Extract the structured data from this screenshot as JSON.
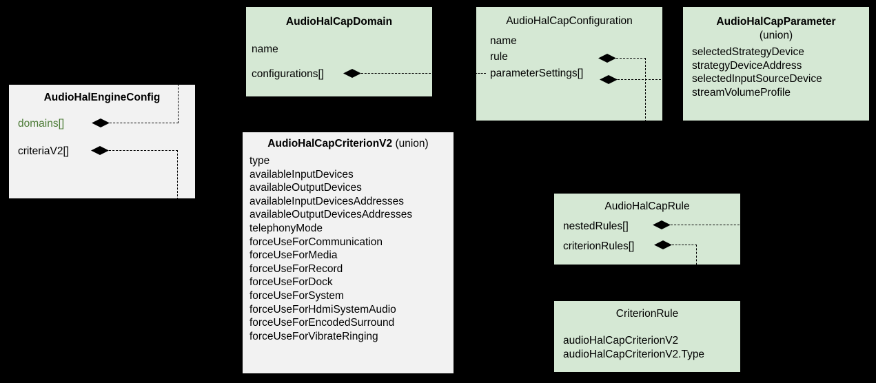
{
  "diagram": {
    "background": "#000000",
    "white_fill": "#f2f2f2",
    "green_fill": "#d5e8d4",
    "green_text": "#4b7a35",
    "line_color": "#000000"
  },
  "boxes": {
    "engine_config": {
      "title": "AudioHalEngineConfig",
      "fields": [
        {
          "label": "domains[]",
          "colored": true
        },
        {
          "label": "criteriaV2[]",
          "colored": false
        }
      ]
    },
    "cap_domain": {
      "title": "AudioHalCapDomain",
      "fields": [
        {
          "label": "name"
        },
        {
          "label": "configurations[]"
        }
      ]
    },
    "cap_configuration": {
      "title": "AudioHalCapConfiguration",
      "fields": [
        {
          "label": "name"
        },
        {
          "label": "rule"
        },
        {
          "label": "parameterSettings[]"
        }
      ]
    },
    "cap_parameter": {
      "title": "AudioHalCapParameter",
      "subtitle": "(union)",
      "fields": [
        "selectedStrategyDevice",
        "strategyDeviceAddress",
        "selectedInputSourceDevice",
        "streamVolumeProfile"
      ]
    },
    "cap_criterion_v2": {
      "title_bold": "AudioHalCapCriterionV2",
      "title_normal": "(union)",
      "fields": [
        "type",
        "availableInputDevices",
        "availableOutputDevices",
        "availableInputDevicesAddresses",
        "availableOutputDevicesAddresses",
        "telephonyMode",
        "forceUseForCommunication",
        "forceUseForMedia",
        "forceUseForRecord",
        "forceUseForDock",
        "forceUseForSystem",
        "forceUseForHdmiSystemAudio",
        "forceUseForEncodedSurround",
        "forceUseForVibrateRinging"
      ]
    },
    "cap_rule": {
      "title": "AudioHalCapRule",
      "fields": [
        {
          "label": "nestedRules[]"
        },
        {
          "label": "criterionRules[]"
        }
      ]
    },
    "criterion_rule": {
      "title": "CriterionRule",
      "fields": [
        "audioHalCapCriterionV2",
        "audioHalCapCriterionV2.Type"
      ]
    }
  }
}
